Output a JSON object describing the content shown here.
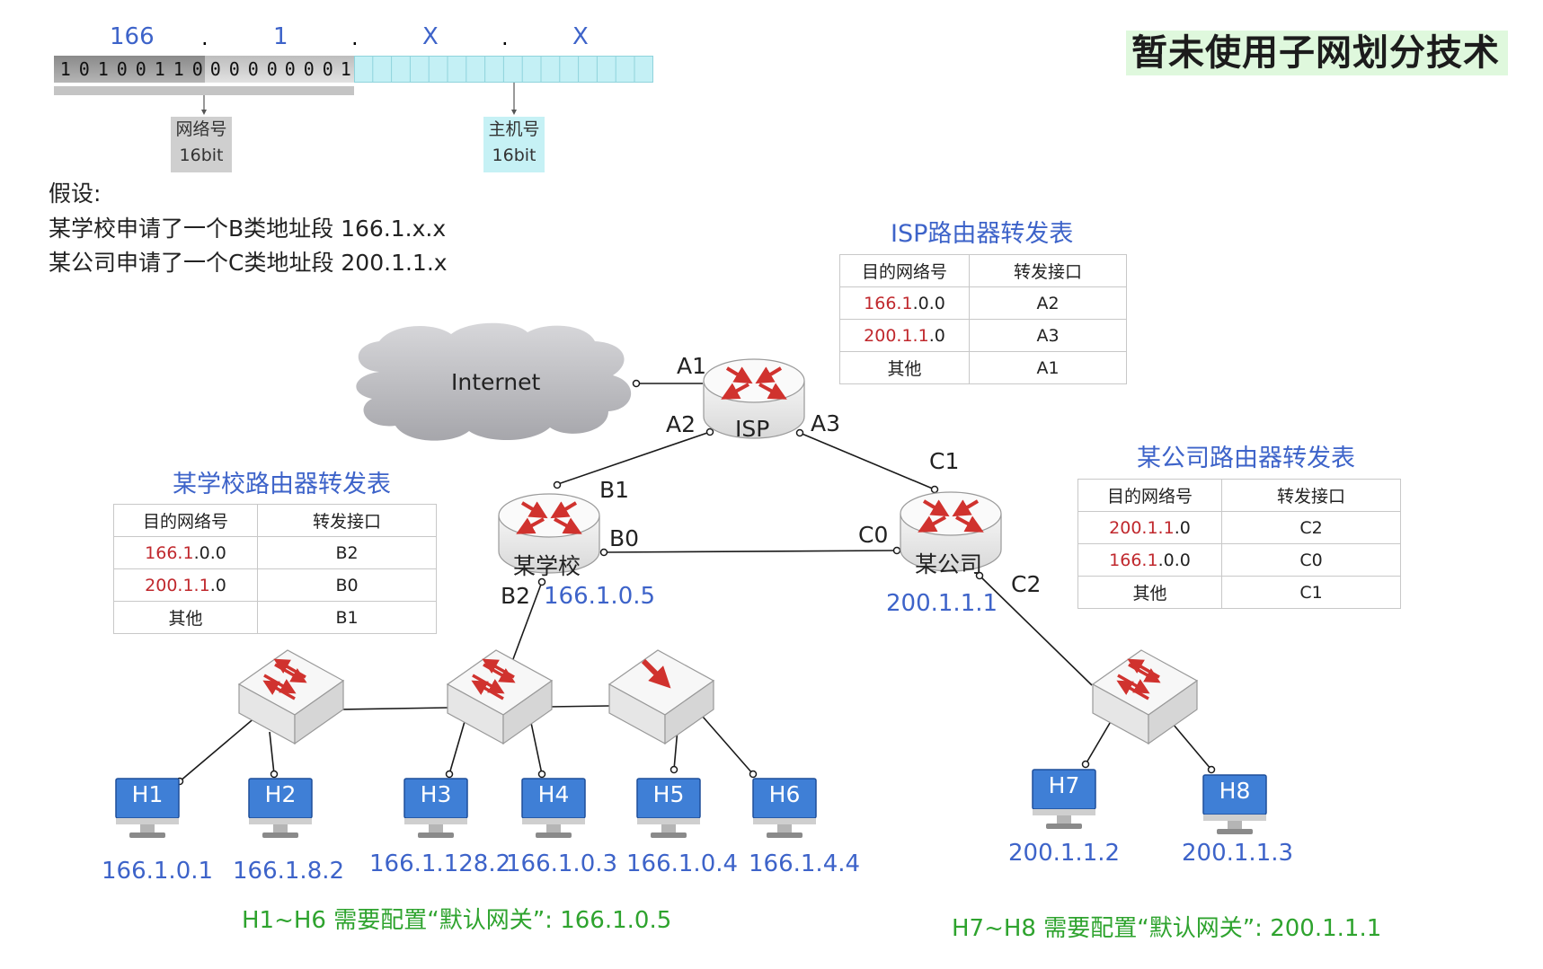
{
  "banner": "暂未使用子网划分技术",
  "address_bits": {
    "octet_labels": [
      "166",
      "1",
      "X",
      "X"
    ],
    "dots": [
      ".",
      ".",
      "."
    ],
    "bits": [
      "1",
      "0",
      "1",
      "0",
      "0",
      "1",
      "1",
      "0",
      "0",
      "0",
      "0",
      "0",
      "0",
      "0",
      "0",
      "1"
    ],
    "network_caption": {
      "line1": "网络号",
      "line2": "16bit"
    },
    "host_caption": {
      "line1": "主机号",
      "line2": "16bit"
    }
  },
  "assumptions": {
    "heading": "假设:",
    "line1": "某学校申请了一个B类地址段 166.1.x.x",
    "line2": "某公司申请了一个C类地址段 200.1.1.x"
  },
  "isp_table": {
    "title": "ISP路由器转发表",
    "headers": [
      "目的网络号",
      "转发接口"
    ],
    "rows": [
      {
        "net_red": "166.1",
        "net_rest": ".0.0",
        "iface": "A2"
      },
      {
        "net_red": "200.1.1",
        "net_rest": ".0",
        "iface": "A3"
      },
      {
        "net_red": "",
        "net_rest": "其他",
        "iface": "A1"
      }
    ]
  },
  "school_table": {
    "title": "某学校路由器转发表",
    "headers": [
      "目的网络号",
      "转发接口"
    ],
    "rows": [
      {
        "net_red": "166.1",
        "net_rest": ".0.0",
        "iface": "B2"
      },
      {
        "net_red": "200.1.1",
        "net_rest": ".0",
        "iface": "B0"
      },
      {
        "net_red": "",
        "net_rest": "其他",
        "iface": "B1"
      }
    ]
  },
  "company_table": {
    "title": "某公司路由器转发表",
    "headers": [
      "目的网络号",
      "转发接口"
    ],
    "rows": [
      {
        "net_red": "200.1.1",
        "net_rest": ".0",
        "iface": "C2"
      },
      {
        "net_red": "166.1",
        "net_rest": ".0.0",
        "iface": "C0"
      },
      {
        "net_red": "",
        "net_rest": "其他",
        "iface": "C1"
      }
    ]
  },
  "network": {
    "internet": "Internet",
    "routers": {
      "isp": "ISP",
      "school": "某学校",
      "company": "某公司"
    },
    "interfaces": {
      "a1": "A1",
      "a2": "A2",
      "a3": "A3",
      "b0": "B0",
      "b1": "B1",
      "b2": "B2",
      "c0": "C0",
      "c1": "C1",
      "c2": "C2"
    },
    "router_ips": {
      "school": "166.1.0.5",
      "company": "200.1.1.1"
    },
    "hosts": [
      {
        "name": "H1",
        "ip": "166.1.0.1"
      },
      {
        "name": "H2",
        "ip": "166.1.8.2"
      },
      {
        "name": "H3",
        "ip": "166.1.128.2"
      },
      {
        "name": "H4",
        "ip": "166.1.0.3"
      },
      {
        "name": "H5",
        "ip": "166.1.0.4"
      },
      {
        "name": "H6",
        "ip": "166.1.4.4"
      },
      {
        "name": "H7",
        "ip": "200.1.1.2"
      },
      {
        "name": "H8",
        "ip": "200.1.1.3"
      }
    ]
  },
  "notes": {
    "school": "H1~H6 需要配置“默认网关”: 166.1.0.5",
    "company": "H7~H8 需要配置“默认网关”: 200.1.1.1"
  },
  "colors": {
    "accent_blue": "#3d63c9",
    "note_green": "#2ea32e",
    "net_red": "#c0282d",
    "host_blue": "#3f7fd6",
    "router_arrow": "#d0322e"
  }
}
